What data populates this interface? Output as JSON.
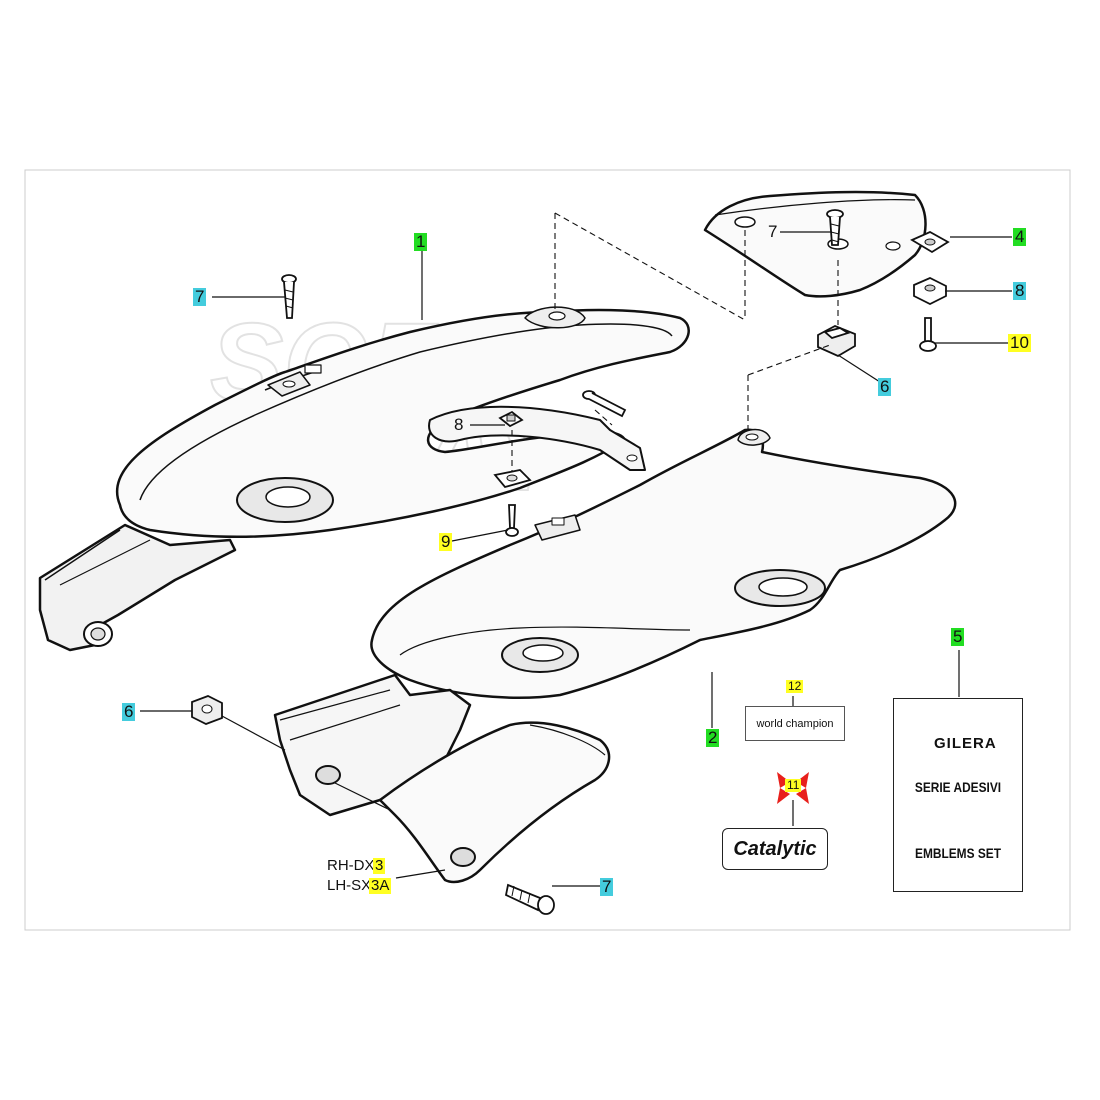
{
  "callouts": {
    "c1": "1",
    "c2": "2",
    "c3": "3",
    "c3a": "3A",
    "c4": "4",
    "c5": "5",
    "c6a": "6",
    "c6b": "6",
    "c7a": "7",
    "c7b": "7",
    "c7c": "7",
    "c8a": "8",
    "c8b": "8",
    "c9": "9",
    "c10": "10",
    "c11": "11",
    "c12": "12"
  },
  "side_labels": {
    "rh": "RH-DX",
    "lh": "LH-SX"
  },
  "boxes": {
    "world_champion": "world champion",
    "catalytic": "Catalytic"
  },
  "sticker_card": {
    "brand": "GILERA",
    "line1": "SERIE ADESIVI",
    "line2": "EMBLEMS SET"
  },
  "watermark": [
    "SOFT",
    "WAY"
  ],
  "colors": {
    "green_tag": "#22dd22",
    "cyan_tag": "#44ccdd",
    "yellow_tag": "#ffff22",
    "red_marker": "#e8201c"
  }
}
